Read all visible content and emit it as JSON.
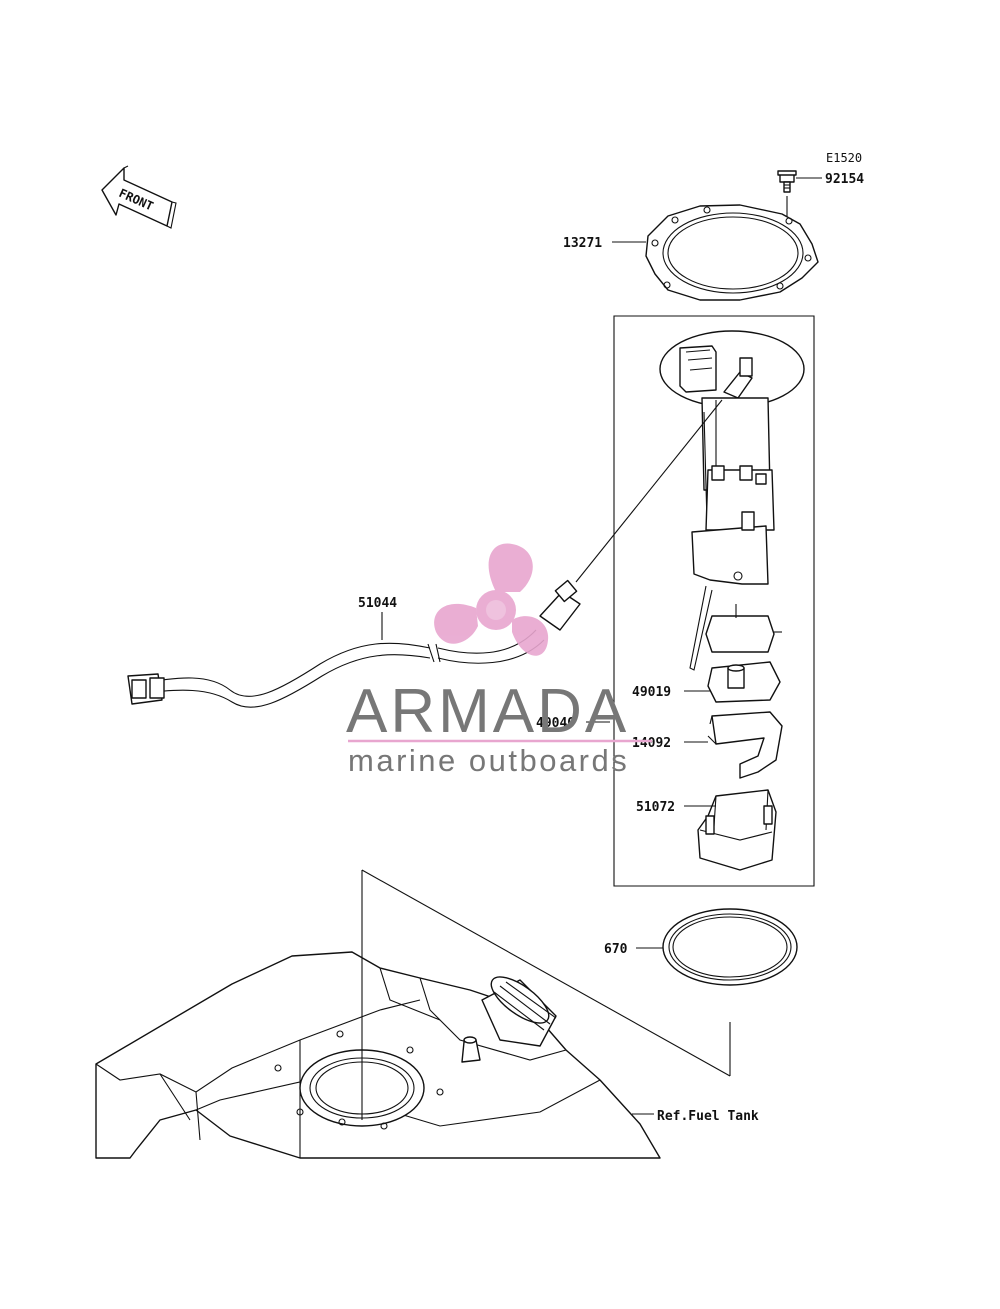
{
  "diagram_code": "E1520",
  "front_arrow_text": "FRONT",
  "callouts": [
    {
      "id": "92154",
      "text": "92154"
    },
    {
      "id": "13271",
      "text": "13271"
    },
    {
      "id": "51044",
      "text": "51044"
    },
    {
      "id": "49019",
      "text": "49019"
    },
    {
      "id": "49040",
      "text": "49040"
    },
    {
      "id": "14092",
      "text": "14092"
    },
    {
      "id": "51072",
      "text": "51072"
    },
    {
      "id": "670",
      "text": "670"
    },
    {
      "id": "ref-fuel-tank",
      "text": "Ref.Fuel Tank"
    }
  ],
  "watermark": {
    "brand": "ARMADA",
    "tagline": "marine outboards",
    "logo_color": "#e8a6cf",
    "text_color": "#777777",
    "rule_color": "#e8a6cf"
  },
  "icons": {
    "front_arrow": "front-arrow-icon",
    "logo": "propeller-logo-icon"
  }
}
